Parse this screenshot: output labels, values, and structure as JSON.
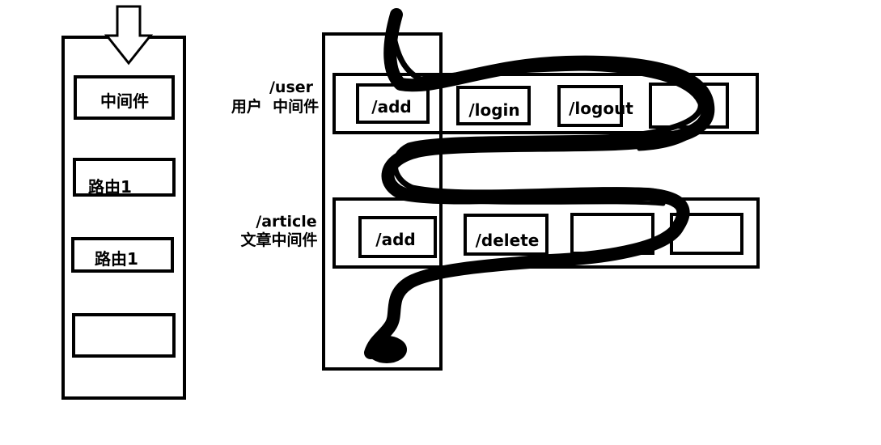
{
  "colors": {
    "stroke": "#000000",
    "background": "#ffffff"
  },
  "left_stack": {
    "arrow_icon": "down-arrow-icon",
    "items": [
      {
        "label": "中间件"
      },
      {
        "label": "路由1"
      },
      {
        "label": "路由1"
      },
      {
        "label": ""
      }
    ]
  },
  "right_diagram": {
    "user_group": {
      "path": "/user",
      "caption": "用户  中间件",
      "routes": [
        "/add",
        "/login",
        "/logout",
        ""
      ]
    },
    "article_group": {
      "path": "/article",
      "caption": "文章中间件",
      "routes": [
        "/add",
        "/delete",
        "",
        ""
      ]
    },
    "flow_icon": "request-flow-scribble"
  }
}
